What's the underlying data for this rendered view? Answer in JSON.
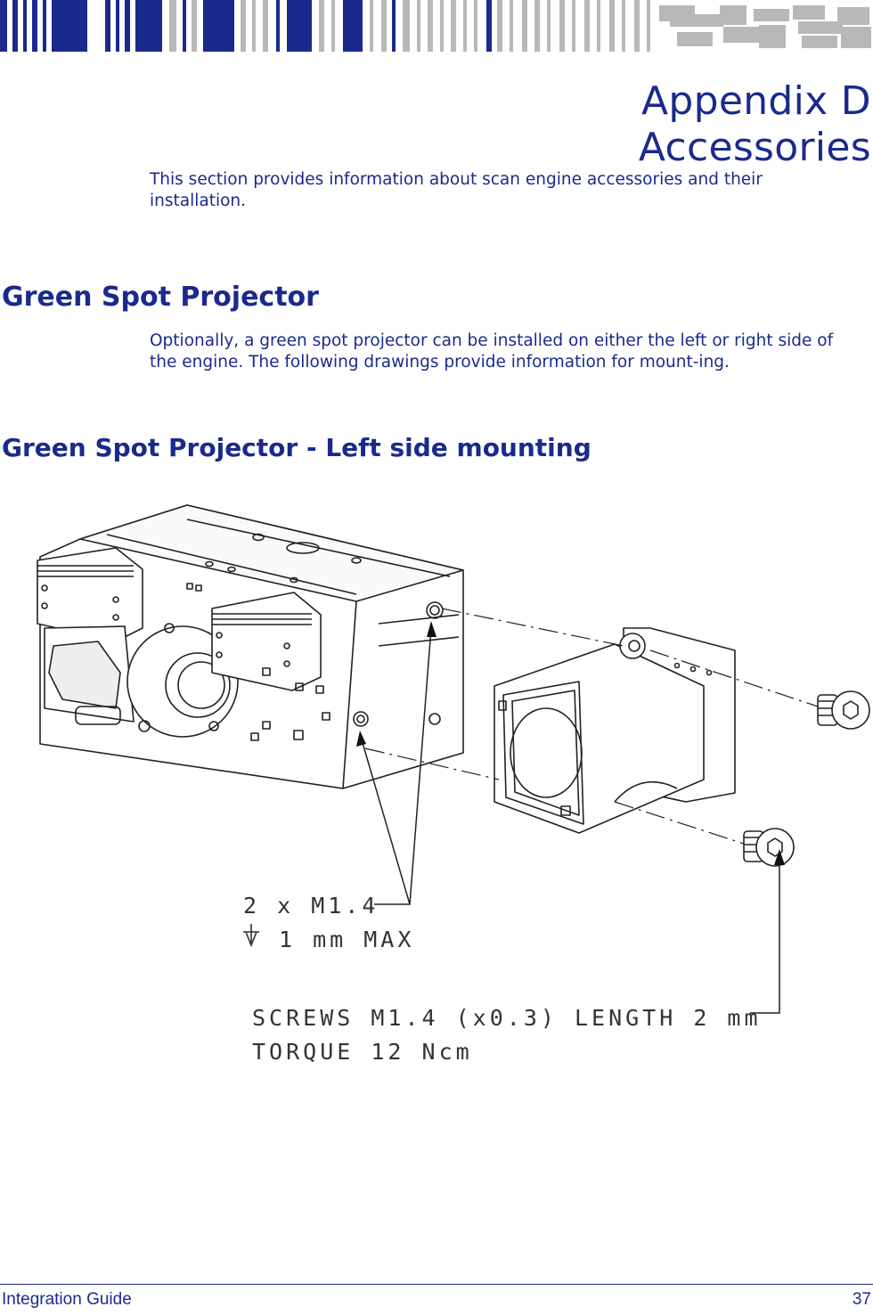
{
  "header": {
    "title_line1": "Appendix D",
    "title_line2": "Accessories"
  },
  "intro": {
    "text": "This section provides information about scan engine accessories and their installation."
  },
  "section": {
    "heading": "Green Spot Projector",
    "text": "Optionally, a green spot projector can be installed on either the left or right side of the engine. The following drawings provide information for mount-ing."
  },
  "subsection": {
    "heading": "Green Spot Projector - Left side mounting"
  },
  "drawing": {
    "callout1_line1": "2 x M1.4",
    "callout1_line2": "1 mm MAX",
    "callout2_line1": "SCREWS M1.4 (x0.3) LENGTH 2 mm",
    "callout2_line2": "TORQUE 12 Ncm"
  },
  "footer": {
    "left": "Integration Guide",
    "right": "37"
  },
  "colors": {
    "brand_blue": "#1a2a8c",
    "bar_gray": "#b8b8b8"
  }
}
